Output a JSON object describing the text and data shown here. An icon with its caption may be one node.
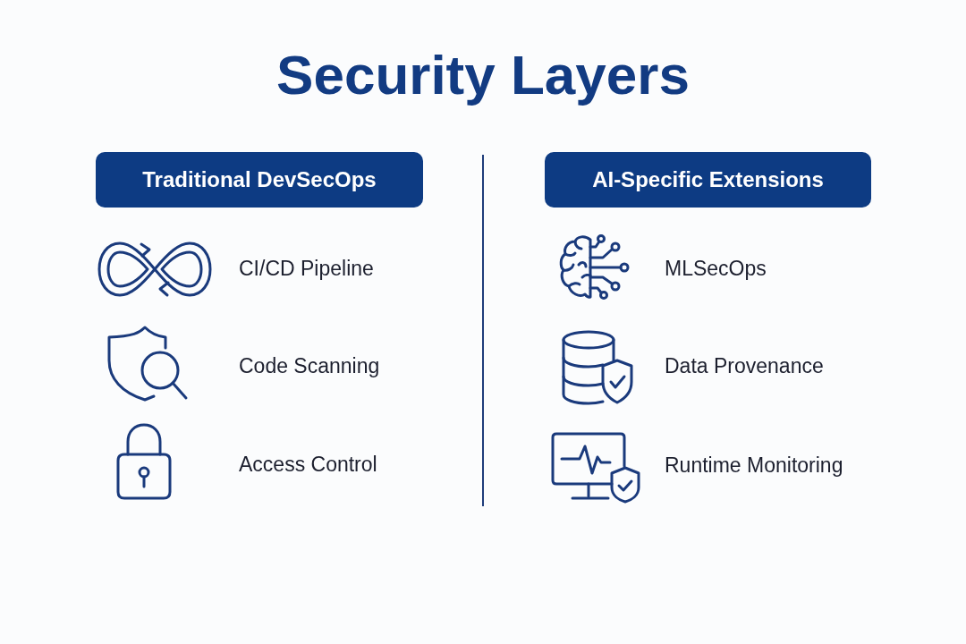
{
  "diagram": {
    "title": "Security Layers",
    "nodes": [
      {
        "text": [
          "Traditional DevSecOps"
        ]
      },
      {
        "text": [
          "AI-Specific Extensions"
        ]
      }
    ],
    "labels": [
      "CI/CD Pipeline",
      "Code Scanning",
      "Access Control",
      "MLSecOps",
      "Data Provenance",
      "Runtime Monitoring"
    ]
  }
}
